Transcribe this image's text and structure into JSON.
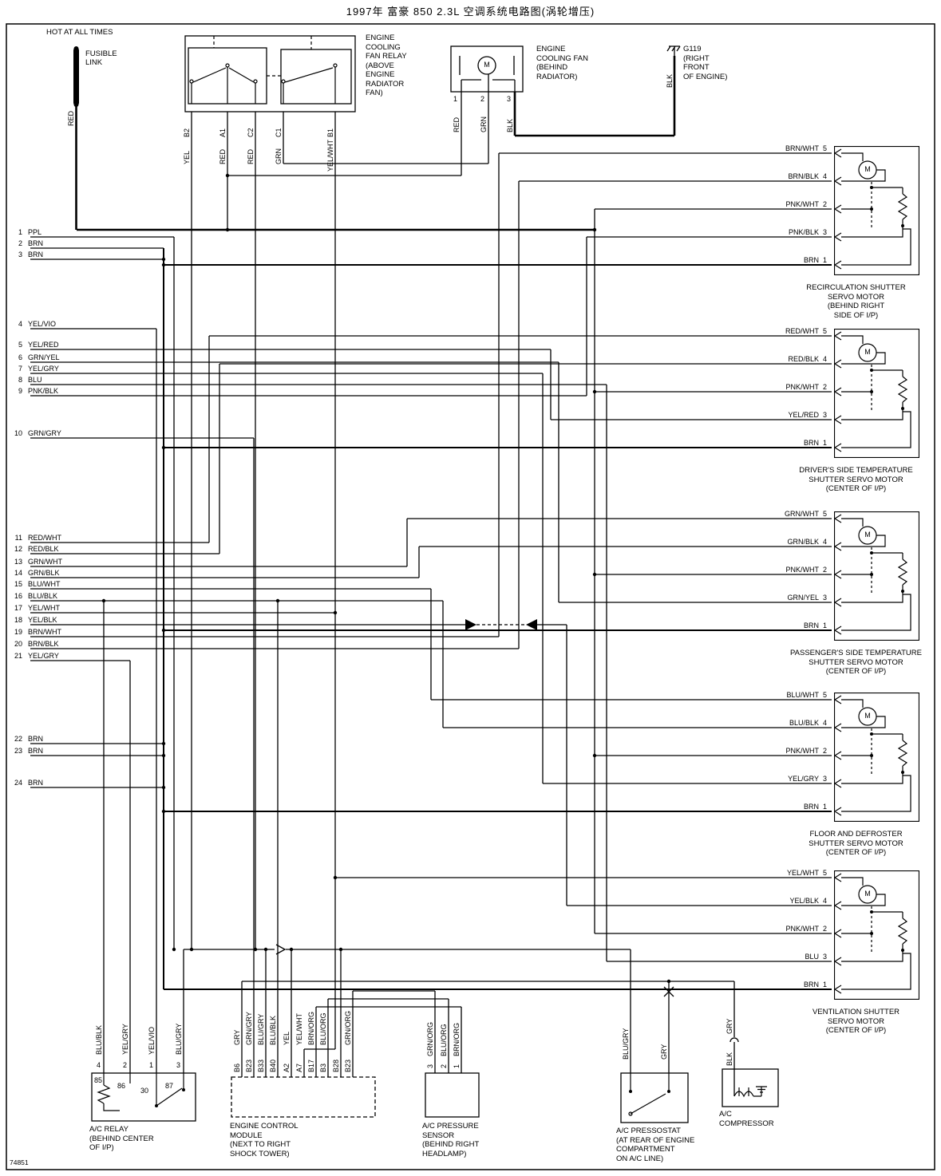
{
  "title": "1997年 富豪 850 2.3L 空调系统电路图(涡轮增压)",
  "doc_number": "74851",
  "power": {
    "hot_label": "HOT AT ALL TIMES",
    "fusible_link_label": "FUSIBLE\nLINK",
    "wire_color": "RED"
  },
  "cooling_fan_relay": {
    "caption": "ENGINE\nCOOLING\nFAN RELAY\n(ABOVE\nENGINE\nRADIATOR\nFAN)",
    "terminals": [
      {
        "pin": "B2",
        "color": "YEL"
      },
      {
        "pin": "A1",
        "color": "RED"
      },
      {
        "pin": "C2",
        "color": "RED"
      },
      {
        "pin": "C1",
        "color": "GRN"
      },
      {
        "pin": "B1",
        "color": "YEL/WHT"
      }
    ]
  },
  "cooling_fan": {
    "caption": "ENGINE\nCOOLING FAN\n(BEHIND\nRADIATOR)",
    "motor_label": "M",
    "terminals": [
      {
        "pin": "1",
        "color": "RED"
      },
      {
        "pin": "2",
        "color": "GRN"
      },
      {
        "pin": "3",
        "color": "BLK"
      }
    ]
  },
  "ground": {
    "caption": "G119\n(RIGHT\nFRONT\nOF ENGINE)",
    "wire_color": "BLK"
  },
  "servo_motors": [
    {
      "caption": "RECIRCULATION SHUTTER\nSERVO MOTOR\n(BEHIND RIGHT\nSIDE OF I/P)",
      "motor_label": "M",
      "wires": [
        {
          "color": "BRN/WHT",
          "pin": "5"
        },
        {
          "color": "BRN/BLK",
          "pin": "4"
        },
        {
          "color": "PNK/WHT",
          "pin": "2"
        },
        {
          "color": "PNK/BLK",
          "pin": "3"
        },
        {
          "color": "BRN",
          "pin": "1"
        }
      ]
    },
    {
      "caption": "DRIVER'S SIDE TEMPERATURE\nSHUTTER SERVO MOTOR\n(CENTER OF I/P)",
      "motor_label": "M",
      "wires": [
        {
          "color": "RED/WHT",
          "pin": "5"
        },
        {
          "color": "RED/BLK",
          "pin": "4"
        },
        {
          "color": "PNK/WHT",
          "pin": "2"
        },
        {
          "color": "YEL/RED",
          "pin": "3"
        },
        {
          "color": "BRN",
          "pin": "1"
        }
      ]
    },
    {
      "caption": "PASSENGER'S SIDE TEMPERATURE\nSHUTTER SERVO MOTOR\n(CENTER OF I/P)",
      "motor_label": "M",
      "wires": [
        {
          "color": "GRN/WHT",
          "pin": "5"
        },
        {
          "color": "GRN/BLK",
          "pin": "4"
        },
        {
          "color": "PNK/WHT",
          "pin": "2"
        },
        {
          "color": "GRN/YEL",
          "pin": "3"
        },
        {
          "color": "BRN",
          "pin": "1"
        }
      ]
    },
    {
      "caption": "FLOOR AND DEFROSTER\nSHUTTER SERVO MOTOR\n(CENTER OF I/P)",
      "motor_label": "M",
      "wires": [
        {
          "color": "BLU/WHT",
          "pin": "5"
        },
        {
          "color": "BLU/BLK",
          "pin": "4"
        },
        {
          "color": "PNK/WHT",
          "pin": "2"
        },
        {
          "color": "YEL/GRY",
          "pin": "3"
        },
        {
          "color": "BRN",
          "pin": "1"
        }
      ]
    },
    {
      "caption": "VENTILATION SHUTTER\nSERVO MOTOR\n(CENTER OF I/P)",
      "motor_label": "M",
      "wires": [
        {
          "color": "YEL/WHT",
          "pin": "5"
        },
        {
          "color": "YEL/BLK",
          "pin": "4"
        },
        {
          "color": "PNK/WHT",
          "pin": "2"
        },
        {
          "color": "BLU",
          "pin": "3"
        },
        {
          "color": "BRN",
          "pin": "1"
        }
      ]
    }
  ],
  "left_wires": [
    {
      "num": "1",
      "color": "PPL"
    },
    {
      "num": "2",
      "color": "BRN"
    },
    {
      "num": "3",
      "color": "BRN"
    },
    {
      "num": "4",
      "color": "YEL/VIO"
    },
    {
      "num": "5",
      "color": "YEL/RED"
    },
    {
      "num": "6",
      "color": "GRN/YEL"
    },
    {
      "num": "7",
      "color": "YEL/GRY"
    },
    {
      "num": "8",
      "color": "BLU"
    },
    {
      "num": "9",
      "color": "PNK/BLK"
    },
    {
      "num": "10",
      "color": "GRN/GRY"
    },
    {
      "num": "11",
      "color": "RED/WHT"
    },
    {
      "num": "12",
      "color": "RED/BLK"
    },
    {
      "num": "13",
      "color": "GRN/WHT"
    },
    {
      "num": "14",
      "color": "GRN/BLK"
    },
    {
      "num": "15",
      "color": "BLU/WHT"
    },
    {
      "num": "16",
      "color": "BLU/BLK"
    },
    {
      "num": "17",
      "color": "YEL/WHT"
    },
    {
      "num": "18",
      "color": "YEL/BLK"
    },
    {
      "num": "19",
      "color": "BRN/WHT"
    },
    {
      "num": "20",
      "color": "BRN/BLK"
    },
    {
      "num": "21",
      "color": "YEL/GRY"
    },
    {
      "num": "22",
      "color": "BRN"
    },
    {
      "num": "23",
      "color": "BRN"
    },
    {
      "num": "24",
      "color": "BRN"
    }
  ],
  "ac_relay": {
    "caption": "A/C RELAY\n(BEHIND CENTER\nOF I/P)",
    "terminals": [
      {
        "pin": "4",
        "color": "BLU/BLK"
      },
      {
        "pin": "2",
        "color": "YEL/GRY"
      },
      {
        "pin": "1",
        "color": "YEL/VIO"
      },
      {
        "pin": "3",
        "color": "BLU/GRY"
      }
    ],
    "internal_pins": [
      "85",
      "86",
      "30",
      "87"
    ]
  },
  "ecm": {
    "caption": "ENGINE CONTROL\nMODULE\n(NEXT TO RIGHT\nSHOCK TOWER)",
    "terminals": [
      {
        "pin": "B6",
        "color": "GRY"
      },
      {
        "pin": "B23",
        "color": "GRN/GRY"
      },
      {
        "pin": "B33",
        "color": "BLU/GRY"
      },
      {
        "pin": "B40",
        "color": "BLU/BLK"
      },
      {
        "pin": "A2",
        "color": "YEL"
      },
      {
        "pin": "A7",
        "color": "YEL/WHT"
      },
      {
        "pin": "B17",
        "color": "BRN/ORG"
      },
      {
        "pin": "B3",
        "color": "BLU/ORG"
      },
      {
        "pin": "B28",
        "color": ""
      },
      {
        "pin": "B23",
        "color": "GRN/ORG"
      }
    ]
  },
  "pressure_sensor": {
    "caption": "A/C PRESSURE\nSENSOR\n(BEHIND RIGHT\nHEADLAMP)",
    "terminals": [
      {
        "pin": "3",
        "color": "GRN/ORG"
      },
      {
        "pin": "2",
        "color": "BLU/ORG"
      },
      {
        "pin": "1",
        "color": "BRN/ORG"
      }
    ]
  },
  "pressostat": {
    "caption": "A/C PRESSOSTAT\n(AT REAR OF ENGINE\nCOMPARTMENT\nON A/C LINE)",
    "wires": [
      "BLU/GRY",
      "GRY"
    ]
  },
  "compressor": {
    "caption": "A/C\nCOMPRESSOR",
    "wires": [
      "GRY",
      "BLK"
    ]
  }
}
